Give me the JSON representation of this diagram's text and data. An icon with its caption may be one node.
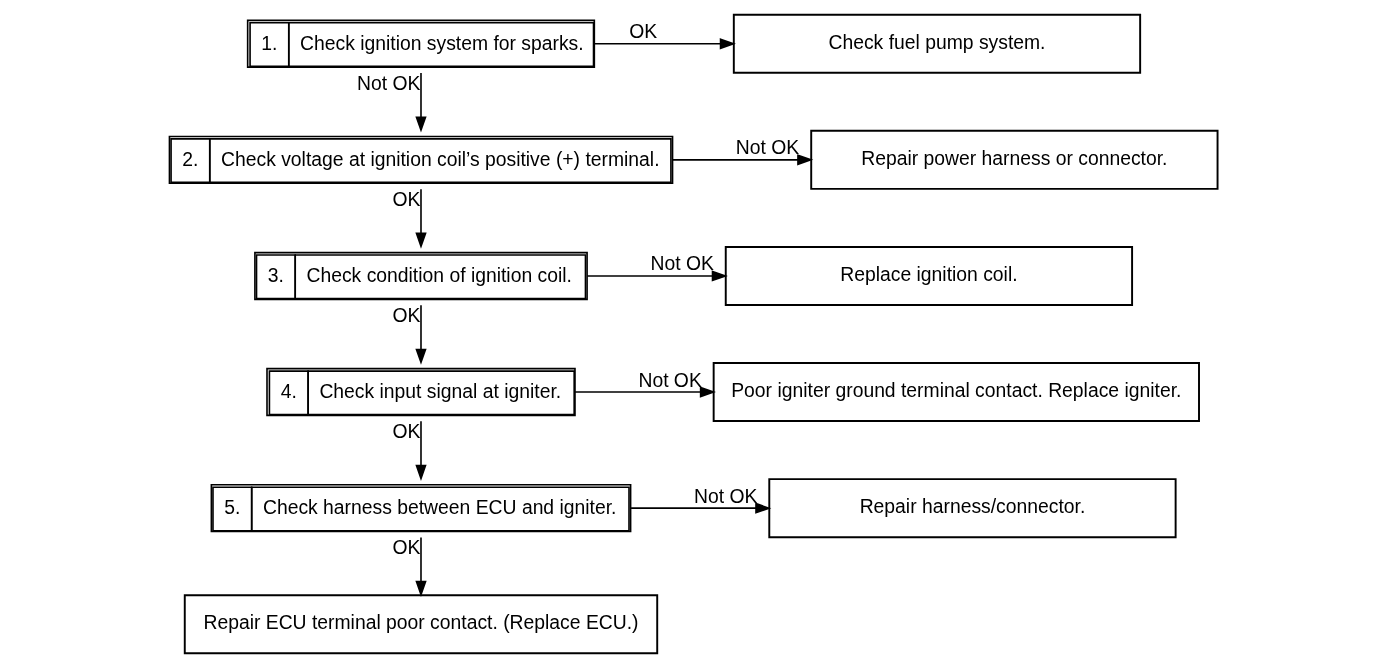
{
  "diagram": {
    "nodes": [
      {
        "text": [
          "1.",
          "Check ignition system for sparks."
        ]
      },
      {
        "text": [
          "Check fuel pump system."
        ]
      },
      {
        "text": [
          "2.",
          "Check voltage at ignition coil’s positive (+) terminal."
        ]
      },
      {
        "text": [
          "Repair power harness or connector."
        ]
      },
      {
        "text": [
          "3.",
          "Check condition of ignition coil."
        ]
      },
      {
        "text": [
          "Replace ignition coil."
        ]
      },
      {
        "text": [
          "4.",
          "Check input signal at igniter."
        ]
      },
      {
        "text": [
          "Poor igniter ground terminal contact. Replace igniter."
        ]
      },
      {
        "text": [
          "5.",
          "Check harness between ECU and igniter."
        ]
      },
      {
        "text": [
          "Repair harness/connector."
        ]
      },
      {
        "text": [
          "Repair ECU terminal poor contact. (Replace ECU.)"
        ]
      }
    ],
    "edges": [
      {
        "from": 0,
        "to": 1,
        "arrow": "to",
        "label": "OK"
      },
      {
        "from": 0,
        "to": 2,
        "arrow": "to",
        "label": "Not OK"
      },
      {
        "from": 2,
        "to": 3,
        "arrow": "to",
        "label": "Not OK"
      },
      {
        "from": 2,
        "to": 4,
        "arrow": "to",
        "label": "OK"
      },
      {
        "from": 4,
        "to": 5,
        "arrow": "to",
        "label": "Not OK"
      },
      {
        "from": 4,
        "to": 6,
        "arrow": "to",
        "label": "OK"
      },
      {
        "from": 6,
        "to": 7,
        "arrow": "to",
        "label": "Not OK"
      },
      {
        "from": 6,
        "to": 8,
        "arrow": "to",
        "label": "OK"
      },
      {
        "from": 8,
        "to": 9,
        "arrow": "to",
        "label": "Not OK"
      },
      {
        "from": 8,
        "to": 10,
        "arrow": "to",
        "label": "OK"
      }
    ]
  }
}
